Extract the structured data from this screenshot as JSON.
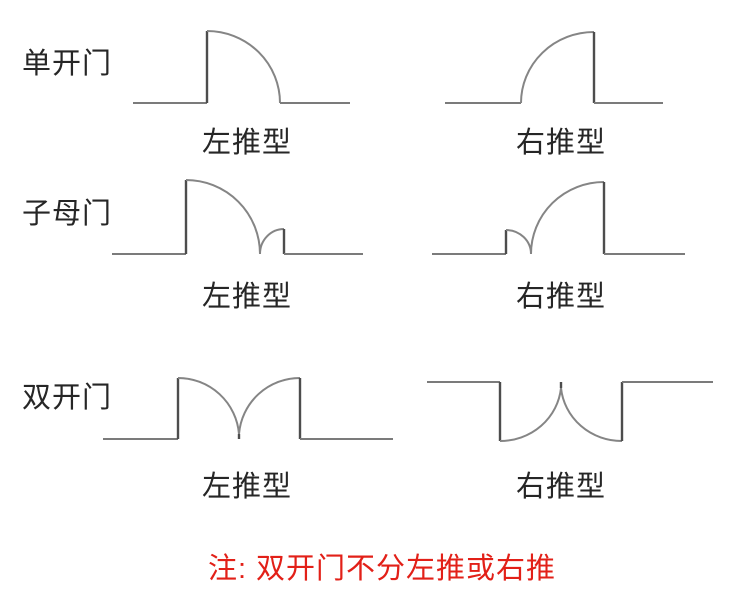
{
  "page": {
    "description": "Door type diagram: single door, mother-child door, double door; left-push and right-push swing symbols",
    "background": "#ffffff"
  },
  "colors": {
    "text": "#262626",
    "wall_line": "#7b7b7b",
    "swing_arc": "#858585",
    "door_leaf": "#4d4d4d",
    "note_red": "#e22018"
  },
  "rows": [
    {
      "name": "单开门",
      "cells": [
        {
          "label": "左推型",
          "diagram": "single-door-left-push"
        },
        {
          "label": "右推型",
          "diagram": "single-door-right-push"
        }
      ]
    },
    {
      "name": "子母门",
      "cells": [
        {
          "label": "左推型",
          "diagram": "mother-child-door-left-push"
        },
        {
          "label": "右推型",
          "diagram": "mother-child-door-right-push"
        }
      ]
    },
    {
      "name": "双开门",
      "cells": [
        {
          "label": "左推型",
          "diagram": "double-door-left-push"
        },
        {
          "label": "右推型",
          "diagram": "double-door-right-push"
        }
      ]
    }
  ],
  "note": {
    "text": "注: 双开门不分左推或右推"
  }
}
